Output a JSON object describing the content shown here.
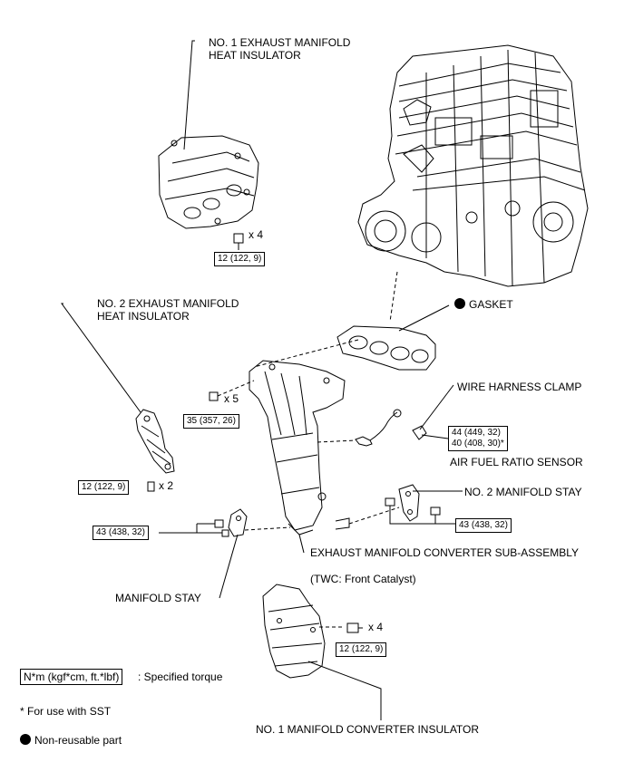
{
  "labels": {
    "no1_heat_insulator": "NO. 1 EXHAUST MANIFOLD\nHEAT INSULATOR",
    "no2_heat_insulator": "NO. 2 EXHAUST MANIFOLD\nHEAT INSULATOR",
    "gasket": "GASKET",
    "wire_harness_clamp": "WIRE HARNESS CLAMP",
    "air_fuel_ratio_sensor": "AIR FUEL RATIO SENSOR",
    "no2_manifold_stay": "NO. 2 MANIFOLD STAY",
    "exhaust_manifold_converter": "EXHAUST MANIFOLD CONVERTER SUB-ASSEMBLY",
    "twc_note": "(TWC: Front Catalyst)",
    "manifold_stay": "MANIFOLD STAY",
    "no1_manifold_converter_insulator": "NO. 1 MANIFOLD CONVERTER INSULATOR"
  },
  "torques": {
    "t_top": "12 (122, 9)",
    "t_left": "12 (122, 9)",
    "t_center": "35 (357, 26)",
    "t_sensor_line1": "44 (449, 32)",
    "t_sensor_line2": "40 (408, 30)*",
    "t_stay_right": "43 (438, 32)",
    "t_stay_left": "43 (438, 32)",
    "t_bottom": "12 (122, 9)"
  },
  "quantities": {
    "q_top": "x 4",
    "q_left": "x 2",
    "q_center": "x 5",
    "q_bottom": "x 4"
  },
  "legend": {
    "torque_box": "N*m (kgf*cm, ft.*lbf)",
    "torque_desc": ": Specified torque",
    "sst_note": "* For use with SST",
    "nonreusable": "Non-reusable part"
  }
}
